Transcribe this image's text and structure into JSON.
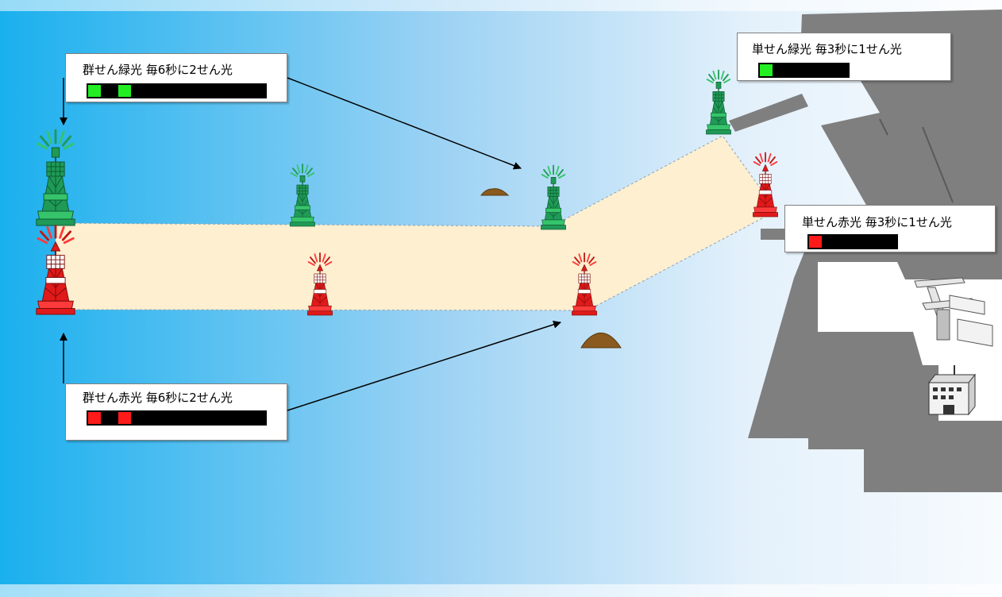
{
  "colors": {
    "green_light": "#22ee22",
    "red_light": "#ff1a1a",
    "buoy_green": "#1f9a57",
    "buoy_red": "#e01a1a",
    "channel": "#fdefcf",
    "land": "#7f7f7f",
    "rock": "#8a5a1e"
  },
  "legends": {
    "group_green": {
      "text": "群せん緑光 毎6秒に2せん光",
      "light": "green",
      "pulses": 2
    },
    "group_red": {
      "text": "群せん赤光 毎6秒に2せん光",
      "light": "red",
      "pulses": 2
    },
    "single_green": {
      "text": "単せん緑光 毎3秒に1せん光",
      "light": "green",
      "pulses": 1
    },
    "single_red": {
      "text": "単せん赤光 毎3秒に1せん光",
      "light": "red",
      "pulses": 1
    }
  }
}
